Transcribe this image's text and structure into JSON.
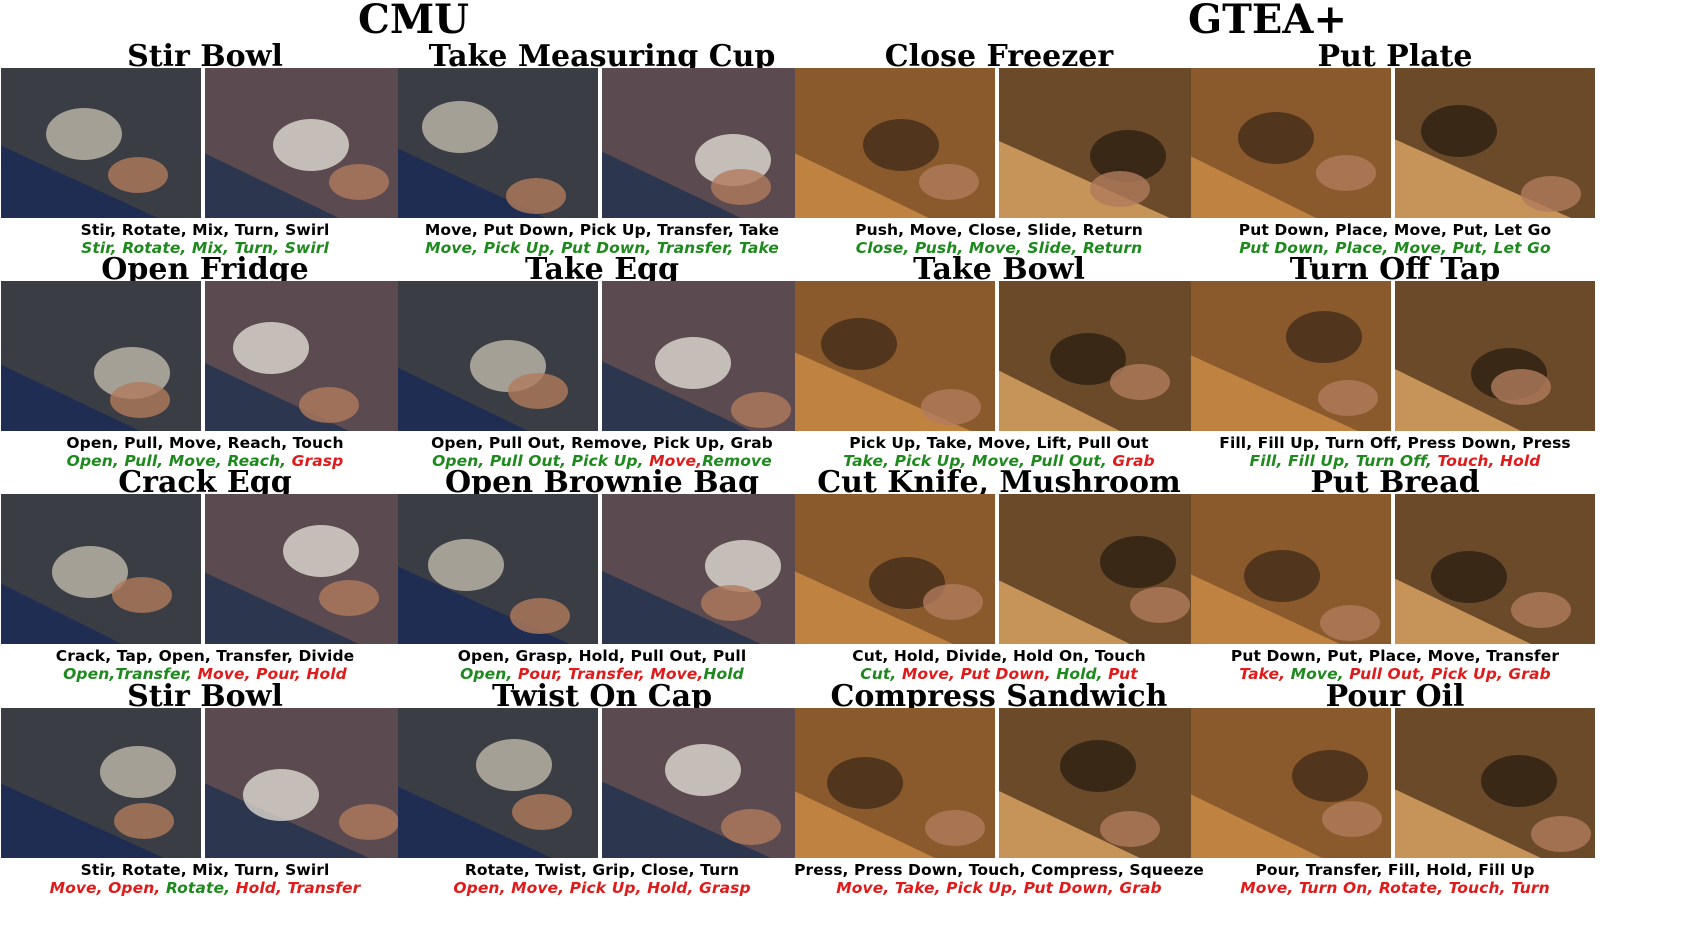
{
  "datasets": [
    {
      "title": "CMU",
      "cells": [
        {
          "title": "Stir Bowl",
          "gt": "Stir, Rotate, Mix, Turn, Swirl",
          "pred": [
            {
              "t": "Stir, ",
              "ok": true
            },
            {
              "t": "Rotate, ",
              "ok": true
            },
            {
              "t": "Mix, ",
              "ok": true
            },
            {
              "t": "Turn, ",
              "ok": true
            },
            {
              "t": "Swirl",
              "ok": true
            }
          ]
        },
        {
          "title": "Take Measuring Cup",
          "gt": "Move, Put Down, Pick Up, Transfer, Take",
          "pred": [
            {
              "t": "Move, ",
              "ok": true
            },
            {
              "t": "Pick Up, ",
              "ok": true
            },
            {
              "t": "Put Down, ",
              "ok": true
            },
            {
              "t": "Transfer, ",
              "ok": true
            },
            {
              "t": "Take",
              "ok": true
            }
          ]
        },
        {
          "title": "Open Fridge",
          "gt": "Open, Pull, Move, Reach, Touch",
          "pred": [
            {
              "t": "Open, ",
              "ok": true
            },
            {
              "t": "Pull, ",
              "ok": true
            },
            {
              "t": "Move, ",
              "ok": true
            },
            {
              "t": "Reach, ",
              "ok": true
            },
            {
              "t": "Grasp",
              "ok": false
            }
          ]
        },
        {
          "title": "Take Egg",
          "gt": "Open, Pull Out, Remove, Pick Up, Grab",
          "pred": [
            {
              "t": "Open, ",
              "ok": true
            },
            {
              "t": "Pull Out, ",
              "ok": true
            },
            {
              "t": "Pick Up, ",
              "ok": true
            },
            {
              "t": "Move,",
              "ok": false
            },
            {
              "t": "Remove",
              "ok": true
            }
          ]
        },
        {
          "title": "Crack Egg",
          "gt": "Crack, Tap, Open, Transfer, Divide",
          "pred": [
            {
              "t": "Open,",
              "ok": true
            },
            {
              "t": "Transfer, ",
              "ok": true
            },
            {
              "t": "Move, ",
              "ok": false
            },
            {
              "t": "Pour, ",
              "ok": false
            },
            {
              "t": "Hold",
              "ok": false
            }
          ]
        },
        {
          "title": "Open Brownie Bag",
          "gt": "Open, Grasp, Hold, Pull Out, Pull",
          "pred": [
            {
              "t": "Open, ",
              "ok": true
            },
            {
              "t": "Pour, ",
              "ok": false
            },
            {
              "t": "Transfer, ",
              "ok": false
            },
            {
              "t": "Move,",
              "ok": false
            },
            {
              "t": "Hold",
              "ok": true
            }
          ]
        },
        {
          "title": "Stir Bowl",
          "gt": "Stir, Rotate, Mix, Turn, Swirl",
          "pred": [
            {
              "t": "Move, ",
              "ok": false
            },
            {
              "t": "Open, ",
              "ok": false
            },
            {
              "t": "Rotate, ",
              "ok": true
            },
            {
              "t": "Hold, ",
              "ok": false
            },
            {
              "t": "Transfer",
              "ok": false
            }
          ]
        },
        {
          "title": "Twist On Cap",
          "gt": "Rotate, Twist, Grip, Close, Turn",
          "pred": [
            {
              "t": "Open, ",
              "ok": false
            },
            {
              "t": "Move, ",
              "ok": false
            },
            {
              "t": "Pick Up, ",
              "ok": false
            },
            {
              "t": "Hold, ",
              "ok": false
            },
            {
              "t": "Grasp",
              "ok": false
            }
          ]
        }
      ]
    },
    {
      "title": "GTEA+",
      "cells": [
        {
          "title": "Close Freezer",
          "gt": "Push, Move, Close, Slide, Return",
          "pred": [
            {
              "t": "Close, ",
              "ok": true
            },
            {
              "t": "Push, ",
              "ok": true
            },
            {
              "t": "Move, ",
              "ok": true
            },
            {
              "t": "Slide, ",
              "ok": true
            },
            {
              "t": "Return",
              "ok": true
            }
          ]
        },
        {
          "title": "Put Plate",
          "gt": "Put Down, Place, Move, Put, Let Go",
          "pred": [
            {
              "t": "Put Down, ",
              "ok": true
            },
            {
              "t": "Place, ",
              "ok": true
            },
            {
              "t": "Move, ",
              "ok": true
            },
            {
              "t": "Put, ",
              "ok": true
            },
            {
              "t": "Let Go",
              "ok": true
            }
          ]
        },
        {
          "title": "Take Bowl",
          "gt": "Pick Up, Take, Move, Lift, Pull Out",
          "pred": [
            {
              "t": "Take, ",
              "ok": true
            },
            {
              "t": "Pick Up, ",
              "ok": true
            },
            {
              "t": "Move, ",
              "ok": true
            },
            {
              "t": "Pull Out, ",
              "ok": true
            },
            {
              "t": "Grab",
              "ok": false
            }
          ]
        },
        {
          "title": "Turn Off Tap",
          "gt": "Fill, Fill Up, Turn Off, Press Down, Press",
          "pred": [
            {
              "t": "Fill, ",
              "ok": true
            },
            {
              "t": "Fill Up, ",
              "ok": true
            },
            {
              "t": "Turn Off, ",
              "ok": true
            },
            {
              "t": "Touch, ",
              "ok": false
            },
            {
              "t": "Hold",
              "ok": false
            }
          ]
        },
        {
          "title": "Cut Knife, Mushroom",
          "gt": "Cut, Hold, Divide, Hold On, Touch",
          "pred": [
            {
              "t": "Cut, ",
              "ok": true
            },
            {
              "t": "Move, ",
              "ok": false
            },
            {
              "t": "Put Down, ",
              "ok": false
            },
            {
              "t": "Hold, ",
              "ok": true
            },
            {
              "t": "Put",
              "ok": false
            }
          ]
        },
        {
          "title": "Put Bread",
          "gt": "Put Down, Put, Place, Move, Transfer",
          "pred": [
            {
              "t": "Take, ",
              "ok": false
            },
            {
              "t": "Move, ",
              "ok": true
            },
            {
              "t": "Pull Out, ",
              "ok": false
            },
            {
              "t": "Pick Up, ",
              "ok": false
            },
            {
              "t": "Grab",
              "ok": false
            }
          ]
        },
        {
          "title": "Compress Sandwich",
          "gt": "Press, Press Down, Touch, Compress, Squeeze",
          "pred": [
            {
              "t": "Move, ",
              "ok": false
            },
            {
              "t": "Take, ",
              "ok": false
            },
            {
              "t": "Pick Up, ",
              "ok": false
            },
            {
              "t": "Put Down, ",
              "ok": false
            },
            {
              "t": "Grab",
              "ok": false
            }
          ]
        },
        {
          "title": "Pour Oil",
          "gt": "Pour, Transfer, Fill, Hold, Fill Up",
          "pred": [
            {
              "t": "Move, ",
              "ok": false
            },
            {
              "t": "Turn On, ",
              "ok": false
            },
            {
              "t": "Rotate, ",
              "ok": false
            },
            {
              "t": "Touch, ",
              "ok": false
            },
            {
              "t": "Turn",
              "ok": false
            }
          ]
        }
      ]
    }
  ],
  "colors": {
    "correct": "#1e8a1e",
    "wrong": "#e01b1b"
  }
}
